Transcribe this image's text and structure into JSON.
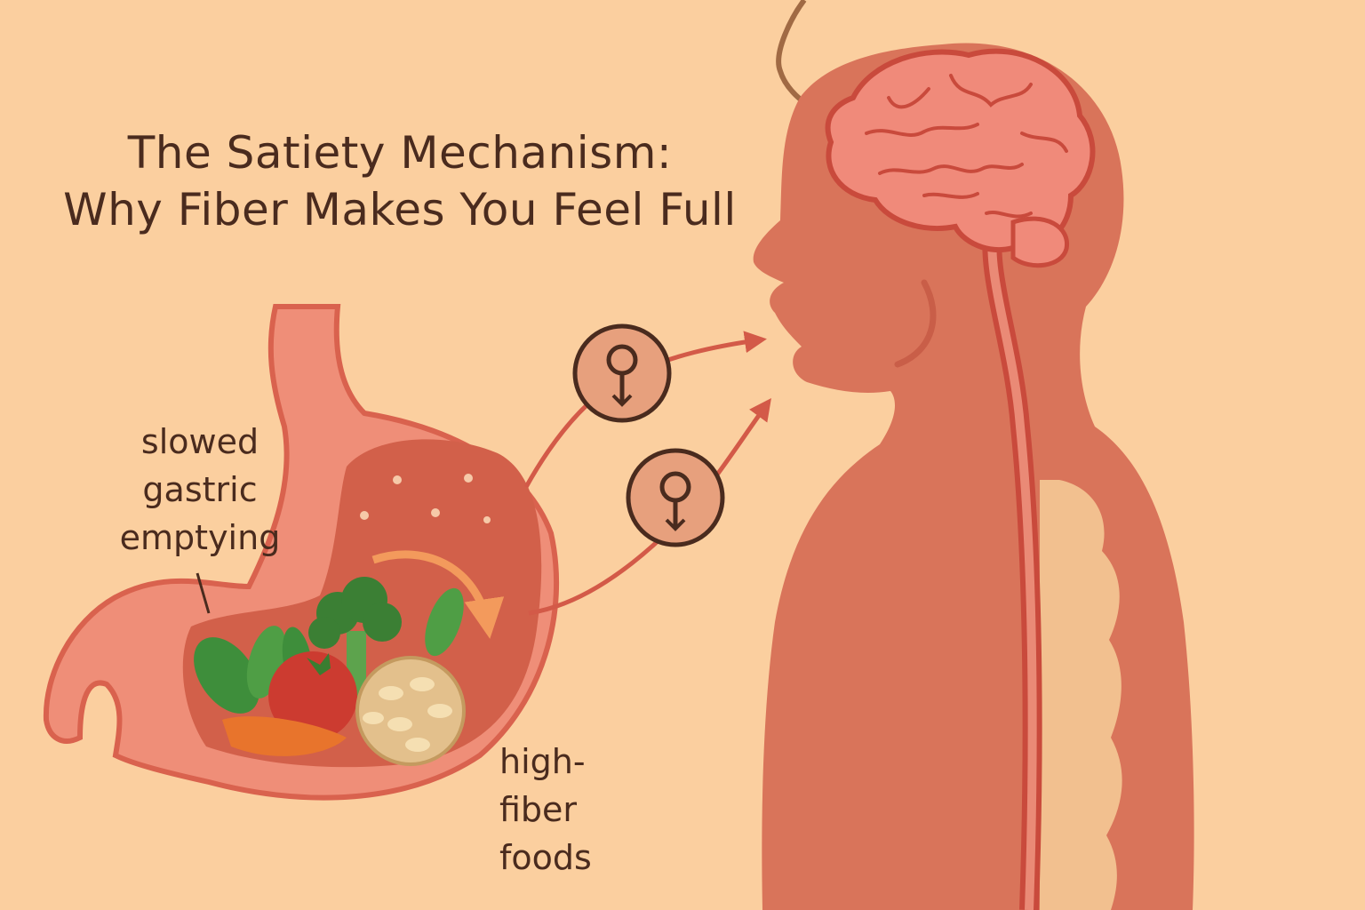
{
  "title": {
    "line1": "The Satiety Mechanism:",
    "line2": "Why Fiber Makes You Feel Full"
  },
  "labels": {
    "slowed_gastric_emptying": [
      "slowed",
      "gastric",
      "emptying"
    ],
    "high_fiber_foods": [
      "high-",
      "fiber",
      "foods"
    ]
  },
  "hormone_signals": [
    {
      "icon": "hormone-up-arrow-icon"
    },
    {
      "icon": "hormone-down-arrow-icon"
    }
  ],
  "colors": {
    "background": "#fbcf9f",
    "text": "#4a2b1e",
    "body": "#d9745a",
    "body_outline": "#c95e48",
    "brain": "#f08a7a",
    "brain_lines": "#c94a3c",
    "stomach_wall": "#ef8e78",
    "stomach_inner": "#d2604a",
    "arrow": "#d35a48",
    "signal_circle": "#e7a07d",
    "spine": "#f2c08f",
    "orange_arrow": "#f39a5c"
  }
}
